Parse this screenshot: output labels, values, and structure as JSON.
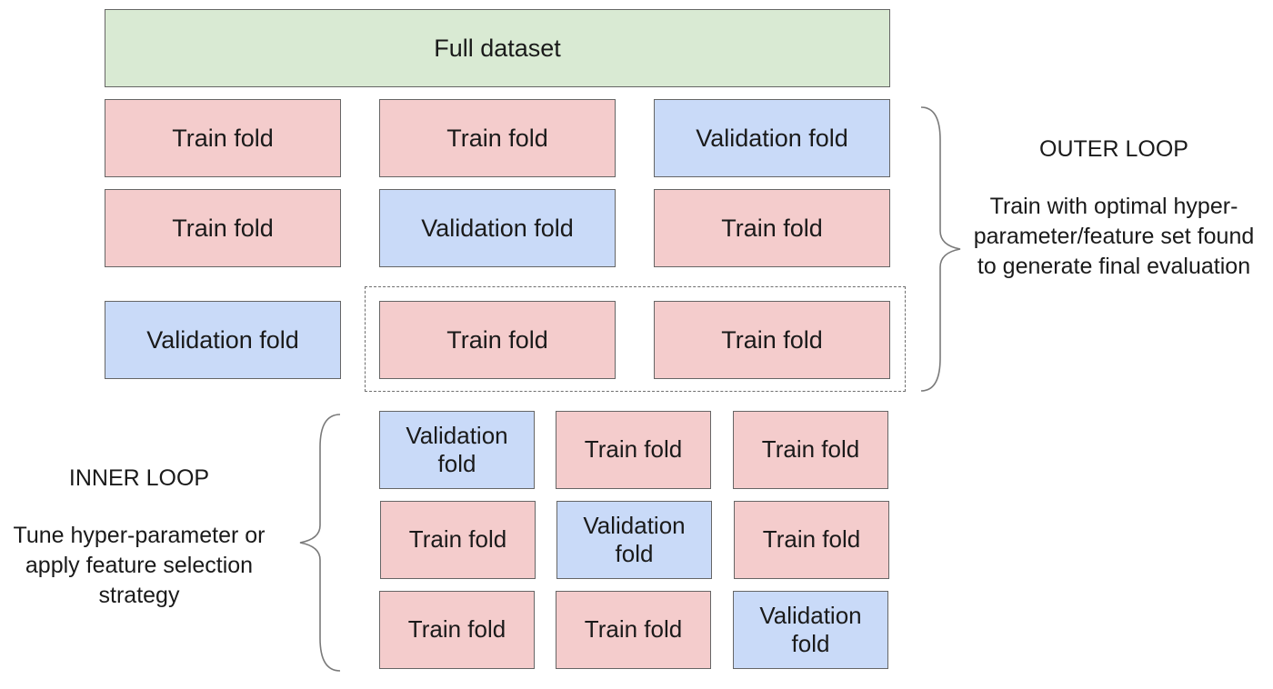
{
  "full_dataset": {
    "label": "Full dataset"
  },
  "outer_loop": {
    "rows": [
      [
        "Train fold",
        "Train fold",
        "Validation fold"
      ],
      [
        "Train fold",
        "Validation fold",
        "Train fold"
      ],
      [
        "Validation fold",
        "Train fold",
        "Train fold"
      ]
    ],
    "title": "OUTER LOOP",
    "description": "Train with optimal hyper-parameter/feature set found to generate final evaluation"
  },
  "inner_loop": {
    "rows": [
      [
        "Validation fold",
        "Train fold",
        "Train fold"
      ],
      [
        "Train fold",
        "Validation fold",
        "Train fold"
      ],
      [
        "Train fold",
        "Train fold",
        "Validation fold"
      ]
    ],
    "title": "INNER LOOP",
    "description": "Tune hyper-parameter or apply feature selection strategy"
  },
  "colors": {
    "full_dataset": "#d9ead3",
    "train_fold": "#f4cccc",
    "validation_fold": "#c9daf8",
    "border": "#666666"
  }
}
